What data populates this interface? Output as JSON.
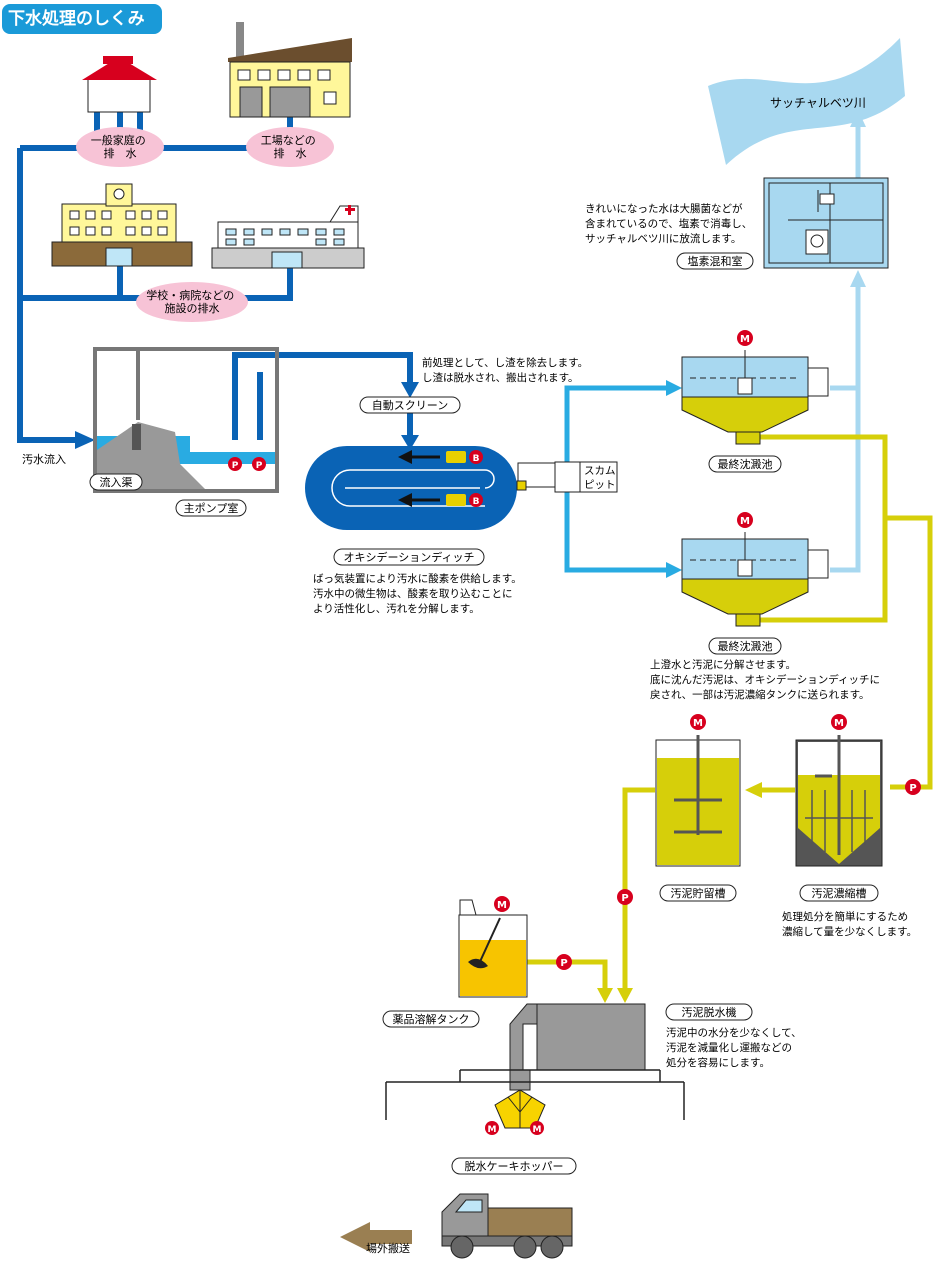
{
  "title": "下水処理のしくみ",
  "sources": {
    "home": "一般家庭の\n排　水",
    "factory": "工場などの\n排　水",
    "school": "学校・病院などの\n施設の排水"
  },
  "flow_in": "汚水流入",
  "inflow_channel": "流入渠",
  "pump_room": "主ポンプ室",
  "screen": {
    "label": "自動スクリーン",
    "note": "前処理として、し渣を除去します。\nし渣は脱水され、搬出されます。"
  },
  "ditch": {
    "label": "オキシデーションディッチ",
    "note": "ばっ気装置により汚水に酸素を供給します。\n汚水中の微生物は、酸素を取り込むことに\nより活性化し、汚れを分解します。"
  },
  "scum_pit": "スカム\nピット",
  "clarifier1": "最終沈澱池",
  "clarifier2": "最終沈澱池",
  "clarifier_note": "上澄水と汚泥に分解させます。\n底に沈んだ汚泥は、オキシデーションディッチに\n戻され、一部は汚泥濃縮タンクに送られます。",
  "river": "サッチャルベツ川",
  "chlorine": {
    "label": "塩素混和室",
    "note": "きれいになった水は大腸菌などが\n含まれているので、塩素で消毒し、\nサッチャルベツ川に放流します。"
  },
  "storage": "汚泥貯留槽",
  "thickener": {
    "label": "汚泥濃縮槽",
    "note": "処理処分を簡単にするため\n濃縮して量を少なくします。"
  },
  "chemical_tank": "薬品溶解タンク",
  "dewater": {
    "label": "汚泥脱水機",
    "note": "汚泥中の水分を少なくして、\n汚泥を減量化し運搬などの\n処分を容易にします。"
  },
  "hopper": "脱水ケーキホッパー",
  "export": "場外搬送",
  "symbols": {
    "motor": "M",
    "pump": "P",
    "blower": "B"
  },
  "colors": {
    "sewage": "#0a63b5",
    "water": "#29abe2",
    "clean": "#a8d8f0",
    "sludge": "#d6cf0a",
    "label_pink": "#f7c3d6",
    "title": "#1a9ad8",
    "red": "#d7001e"
  }
}
